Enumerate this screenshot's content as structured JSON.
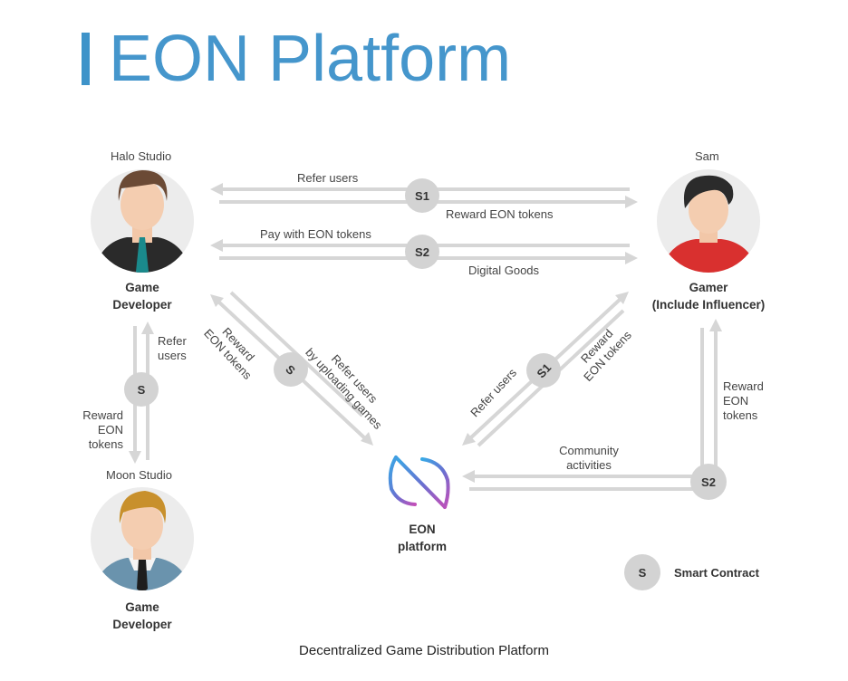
{
  "header": {
    "title": "EON Platform"
  },
  "colors": {
    "title_blue": "#4596cc",
    "arrow_gray": "#d6d6d6",
    "node_gray": "#d3d3d3",
    "avatar_bg": "#ececec"
  },
  "nodes": {
    "halo": {
      "name": "Halo Studio",
      "role_line1": "Game",
      "role_line2": "Developer"
    },
    "sam": {
      "name": "Sam",
      "role_line1": "Gamer",
      "role_line2": "(Include Influencer)"
    },
    "moon": {
      "name": "Moon Studio",
      "role_line1": "Game",
      "role_line2": "Developer"
    },
    "eon": {
      "line1": "EON",
      "line2": "platform"
    }
  },
  "flows": {
    "top_s1": {
      "contract": "S1",
      "left_label": "Refer users",
      "right_label": "Reward EON tokens"
    },
    "top_s2": {
      "contract": "S2",
      "left_label": "Pay with EON tokens",
      "right_label": "Digital Goods"
    },
    "left_vertical": {
      "contract": "S",
      "up_label_1": "Refer",
      "up_label_2": "users",
      "down_label_1": "Reward",
      "down_label_2": "EON",
      "down_label_3": "tokens"
    },
    "diag_left": {
      "contract": "S",
      "up_label_1": "Reward",
      "up_label_2": "EON tokens",
      "down_label_1": "Refer users",
      "down_label_2": "by uploading games"
    },
    "diag_right": {
      "contract": "S1",
      "down_label": "Refer users",
      "up_label_1": "Reward",
      "up_label_2": "EON tokens"
    },
    "right_vertical": {
      "contract": "S2",
      "up_label_1": "Reward",
      "up_label_2": "EON",
      "up_label_3": "tokens",
      "left_label_1": "Community",
      "left_label_2": "activities"
    }
  },
  "legend": {
    "symbol": "S",
    "label": "Smart Contract"
  },
  "footer": {
    "caption": "Decentralized Game Distribution Platform"
  }
}
